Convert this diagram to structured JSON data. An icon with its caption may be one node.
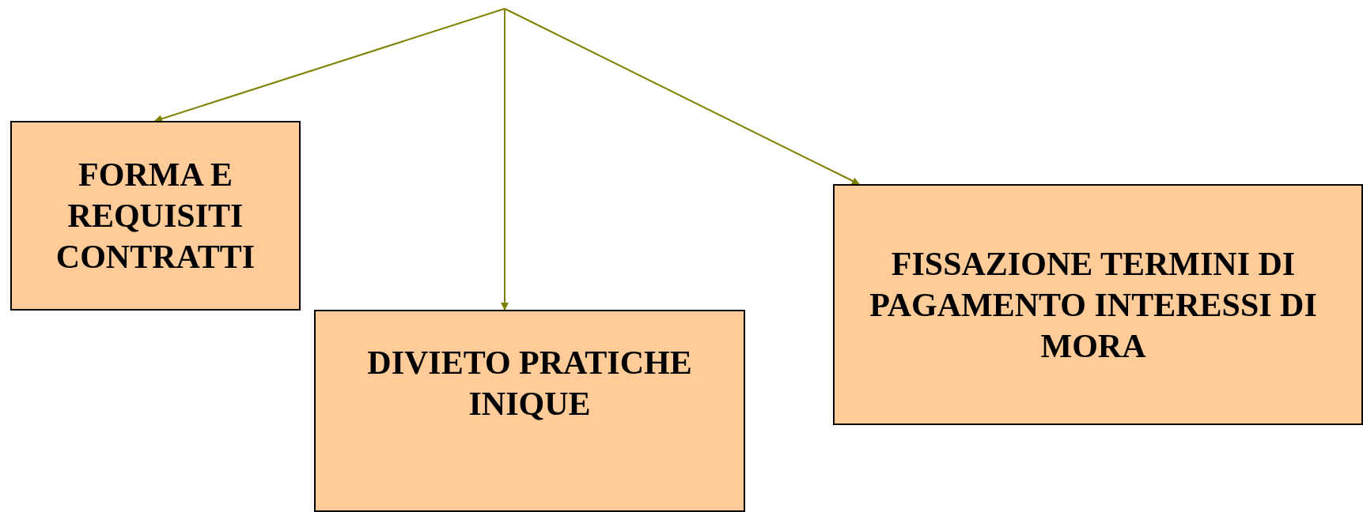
{
  "diagram": {
    "nodes": [
      {
        "text": [
          "FORMA E REQUISITI CONTRATTI"
        ]
      },
      {
        "text": [
          "DIVIETO PRATICHE INIQUE"
        ]
      },
      {
        "text": [
          "FISSAZIONE TERMINI DI PAGAMENTO INTERESSI DI MORA"
        ]
      }
    ],
    "edges": [
      {
        "from": null,
        "to": 0,
        "arrow": "to"
      },
      {
        "from": null,
        "to": 1,
        "arrow": "to"
      },
      {
        "from": null,
        "to": 2,
        "arrow": "to"
      }
    ]
  }
}
